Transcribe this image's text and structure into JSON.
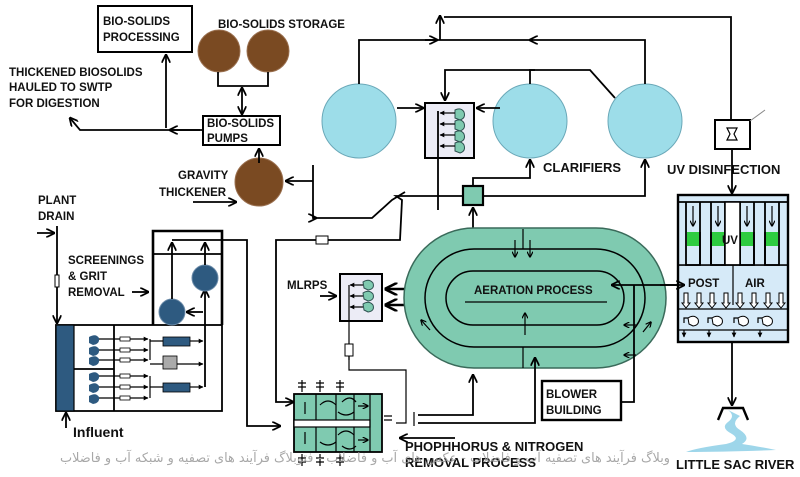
{
  "diagram": {
    "title": "Wastewater Treatment Plant Process Flow",
    "colors": {
      "biosolids": "#7a4a22",
      "clarifier": "#9ddde9",
      "aeration": "#7fcab0",
      "screening": "#2e5a80",
      "uv_panel": "#d6eaf8",
      "uv_lamp": "#2ecc40",
      "box_fill": "#ececf6",
      "river": "#7ec8e3"
    },
    "labels": {
      "biosolids_processing_1": "BIO-SOLIDS",
      "biosolids_processing_2": "PROCESSING",
      "biosolids_storage": "BIO-SOLIDS STORAGE",
      "thickened_1": "THICKENED BIOSOLIDS",
      "thickened_2": "HAULED TO SWTP",
      "thickened_3": "FOR DIGESTION",
      "biosolids_pumps_1": "BIO-SOLIDS",
      "biosolids_pumps_2": "PUMPS",
      "gravity_thickener_1": "GRAVITY",
      "gravity_thickener_2": "THICKENER",
      "plant_drain_1": "PLANT",
      "plant_drain_2": "DRAIN",
      "screenings_1": "SCREENINGS",
      "screenings_2": "& GRIT",
      "screenings_3": "REMOVAL",
      "influent": "Influent",
      "clarifiers": "CLARIFIERS",
      "uv_disinfection": "UV DISINFECTION",
      "uv": "UV",
      "post": "POST",
      "air": "AIR",
      "mlrps": "MLRPS",
      "aeration_process": "AERATION PROCESS",
      "blower_1": "BLOWER",
      "blower_2": "BUILDING",
      "phosphorus_1": "PHOPHHORUS &  NITROGEN",
      "phosphorus_2": "REMOVAL  PROCESS",
      "river": "LITTLE SAC RIVER"
    },
    "watermark": "وبلاگ فرآیند های تصفیه آب و فاضلاب - عکس های آب و فاضلاب - فتوبلاگ فرآیند های تصفیه و شبکه آب و فاضلاب"
  }
}
